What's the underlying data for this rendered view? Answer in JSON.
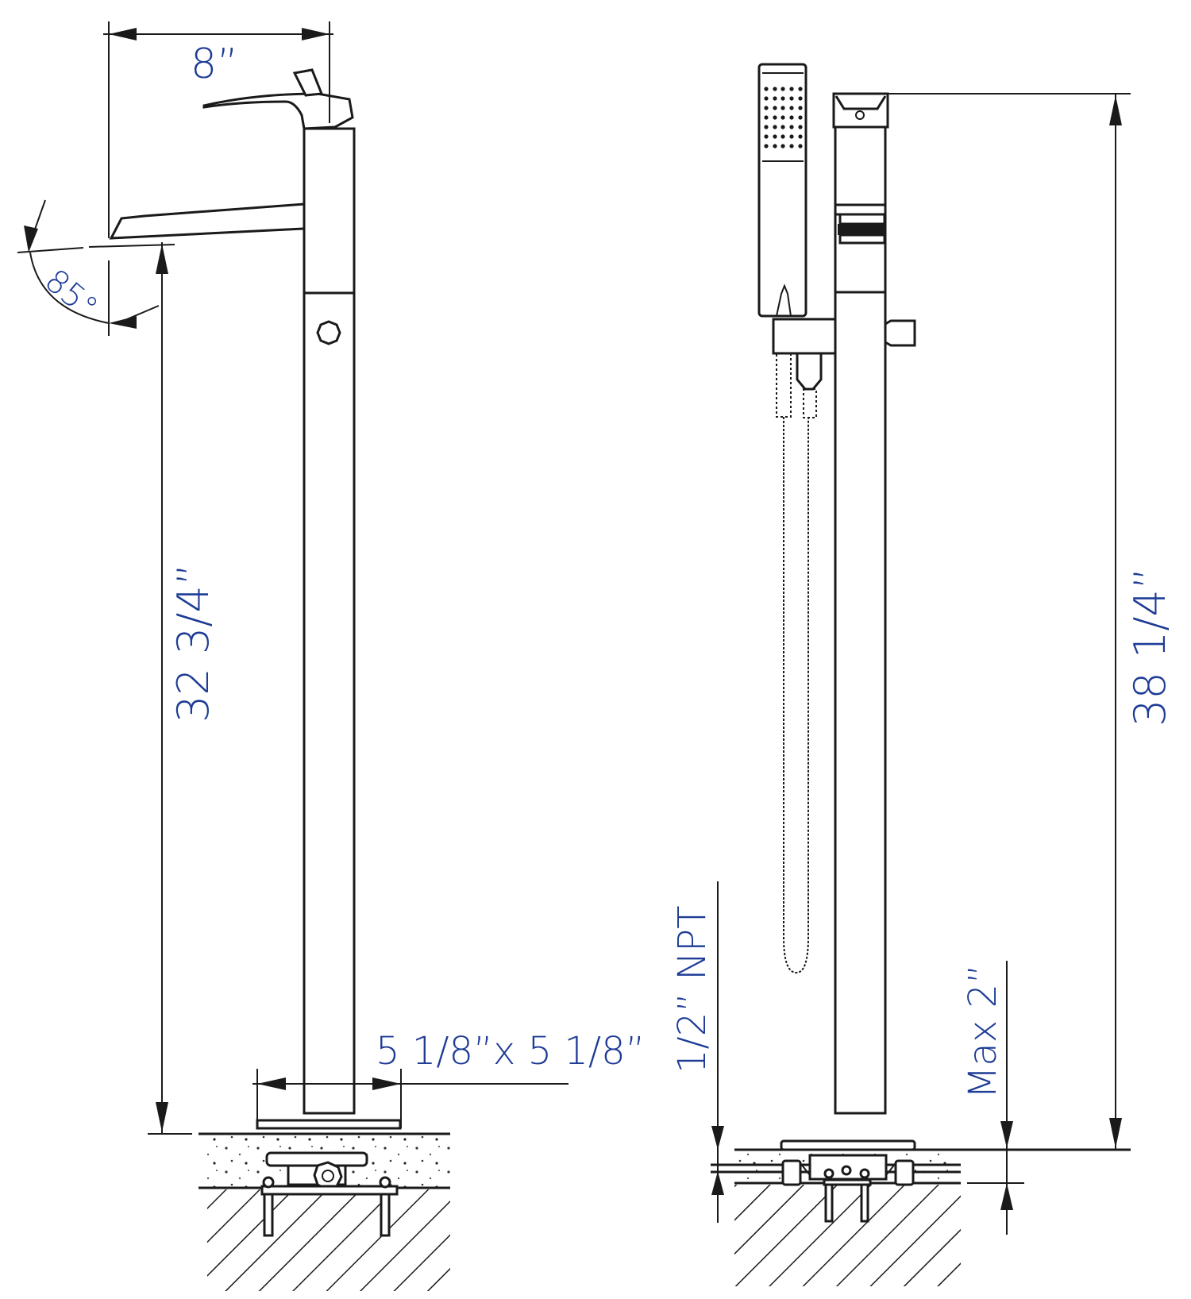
{
  "diagram": {
    "title": "Freestanding tub filler faucet with hand shower - dimension drawing",
    "dimension_color": "#1e3c96",
    "line_color": "#1a1a1a",
    "left_view": {
      "spout_reach": "8”",
      "spout_angle": "85°",
      "spout_height": "32 3/4”",
      "base_size": "5 1/8”x 5 1/8”"
    },
    "right_view": {
      "total_height": "38 1/4”",
      "supply_connection": "1/2” NPT",
      "max_floor_depth": "Max 2”"
    }
  }
}
